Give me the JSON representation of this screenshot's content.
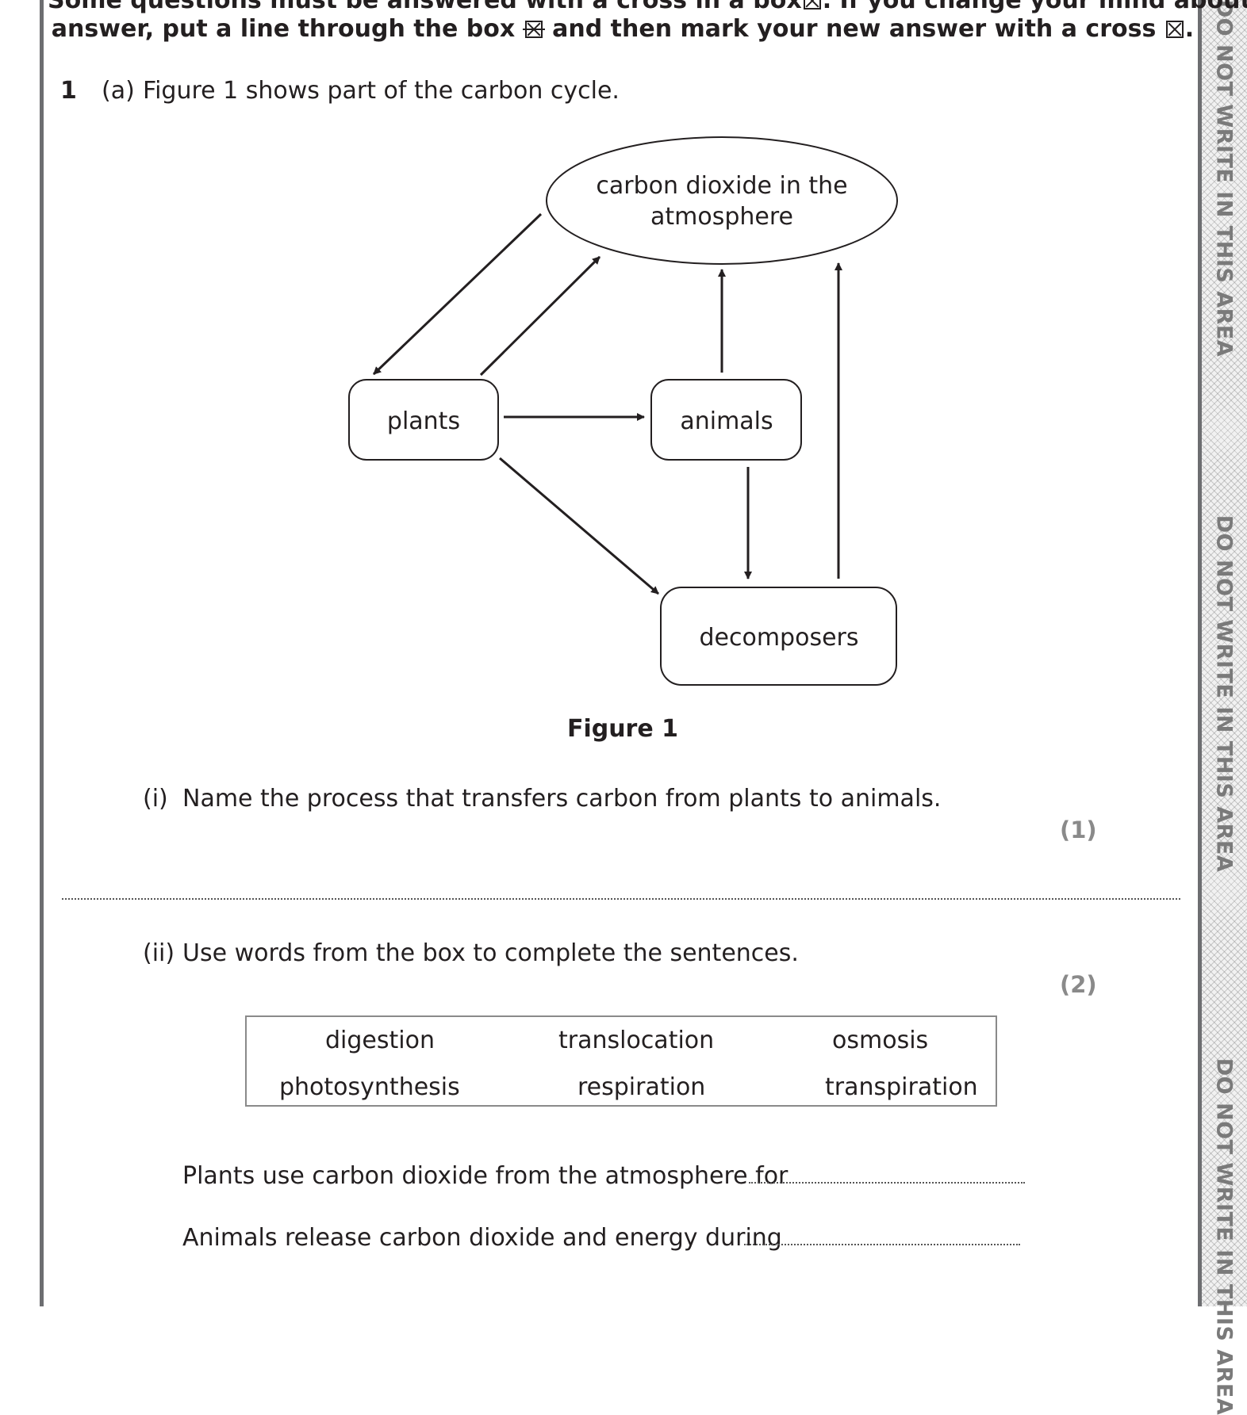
{
  "instructions": {
    "line1_part1": "Some questions must be answered with a cross in a box",
    "line1_part2": ". If you change your mind about an",
    "line2_part1": "answer, put a line through the box",
    "line2_part2": "and then mark your new answer with a cross",
    "line2_end": "."
  },
  "margin": {
    "warning": "DO NOT WRITE IN THIS AREA"
  },
  "question": {
    "number": "1",
    "part_a_label": "(a)",
    "part_a_text": "Figure 1 shows part of the carbon cycle."
  },
  "figure": {
    "nodes": {
      "atmosphere_line1": "carbon dioxide in the",
      "atmosphere_line2": "atmosphere",
      "plants": "plants",
      "animals": "animals",
      "decomposers": "decomposers"
    },
    "caption": "Figure 1"
  },
  "part_i": {
    "label": "(i)",
    "text": "Name the process that transfers carbon from plants to animals.",
    "marks": "(1)"
  },
  "part_ii": {
    "label": "(ii)",
    "text": "Use words from the box to complete the sentences.",
    "marks": "(2)",
    "word_box": [
      "digestion",
      "translocation",
      "osmosis",
      "photosynthesis",
      "respiration",
      "transpiration"
    ],
    "sentence1": "Plants use carbon dioxide from the atmosphere for",
    "sentence2": "Animals release carbon dioxide and energy during"
  }
}
